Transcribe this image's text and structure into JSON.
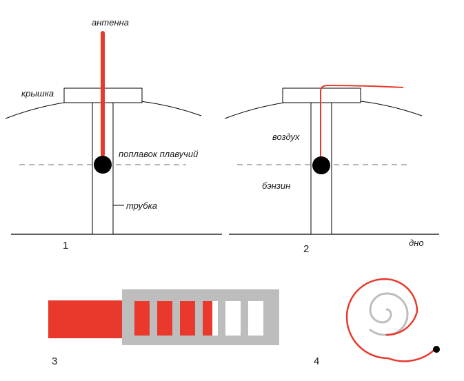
{
  "panels": {
    "p1": {
      "number": "1",
      "label_antenna": "антенна",
      "label_cap": "крышка",
      "label_float": "поплавок плавучий",
      "label_tube": "трубка"
    },
    "p2": {
      "number": "2",
      "label_air": "воздух",
      "label_fuel": "бэнзин",
      "label_bottom": "дно"
    },
    "p3": {
      "number": "3"
    },
    "p4": {
      "number": "4"
    }
  },
  "colors": {
    "red": "#e8392c",
    "black": "#000000",
    "gray": "#bdbdbd",
    "dash": "#8a8a8a"
  }
}
